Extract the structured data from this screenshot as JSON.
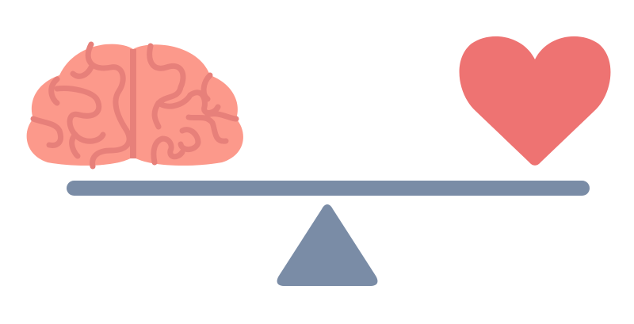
{
  "illustration": {
    "subject": "brain-vs-heart-balance",
    "icons": [
      "brain-icon",
      "heart-icon",
      "balance-beam",
      "fulcrum-triangle"
    ],
    "colors": {
      "brain": "#FC998B",
      "brain_folds": "#E7807A",
      "heart": "#EE7372",
      "scale": "#7A8CA6",
      "background": "#FFFFFF"
    }
  }
}
